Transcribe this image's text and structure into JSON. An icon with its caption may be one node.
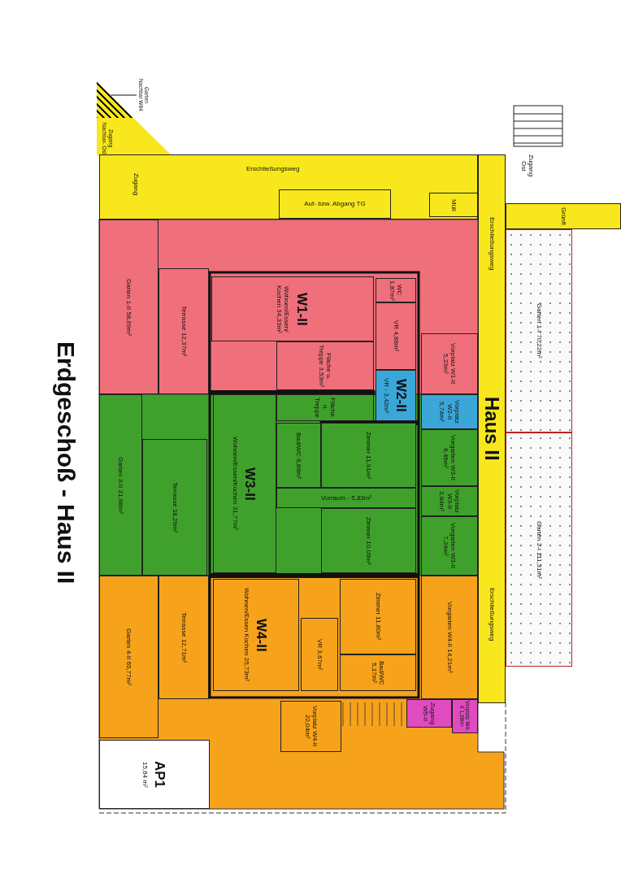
{
  "diagram": {
    "title": "Erdgeschoß - Haus II",
    "nodes": [
      {
        "text": [
          "Garten Nachbar W84"
        ]
      },
      {
        "text": [],
        "shape": "box"
      },
      {
        "text": [
          "Zugang Nachbar- Ost"
        ]
      },
      {
        "text": [
          "Zugang",
          "Erschließungsweg"
        ]
      },
      {
        "text": [
          "Auf- bzw. Abgang TG"
        ],
        "in": 3
      },
      {
        "text": [
          "Müll"
        ],
        "in": 3
      },
      {
        "text": [
          "Erschließungsweg",
          "Haus II",
          "Erschließungsweg"
        ]
      },
      {
        "text": [
          "Grünfl"
        ]
      },
      {
        "text": [
          "Garten 1-II 58,69m²"
        ]
      },
      {
        "text": [
          "Terrasse 12,37m²"
        ]
      },
      {
        "text": [
          "W1-II",
          "Wohnen/Essen/ Kochen 34,33m²"
        ]
      },
      {
        "text": [
          "WC 1,87m²"
        ]
      },
      {
        "text": [
          "VR 4,88m²"
        ]
      },
      {
        "text": [
          "Fläche u. Treppe 3,53m²"
        ]
      },
      {
        "text": [
          "Vorplatz W1-II 5,23m²"
        ]
      },
      {
        "text": [
          "Garten 1-I 70,22m²"
        ]
      },
      {
        "text": [
          "W2-II",
          "VR - 3,42m²"
        ]
      },
      {
        "text": [
          "Vorplatz W2-II 5,74m²"
        ]
      },
      {
        "text": [
          "Garten 3-II 21,68m²"
        ]
      },
      {
        "text": [
          "Terrasse 18,29m²"
        ]
      },
      {
        "text": [
          "W3-II",
          "Wohnen/Essen/Kochen 31,77m²"
        ]
      },
      {
        "text": [
          "Fläche u. Treppe"
        ]
      },
      {
        "text": [
          "Bad/WC 6,86m²"
        ]
      },
      {
        "text": [
          "Zimmer 11,91m²"
        ]
      },
      {
        "text": [
          "Vorgarten W3-II 6,46m²"
        ]
      },
      {
        "text": [
          "Vorraum - 5,83m²"
        ]
      },
      {
        "text": [
          "Vorplatz W3-II 3,84m²"
        ]
      },
      {
        "text": [
          "Zimmer 10,05m²"
        ]
      },
      {
        "text": [
          "Vorgarten W3-II 7,24m²"
        ]
      },
      {
        "text": [
          "Garten 2-I 111,31m²"
        ]
      },
      {
        "text": [
          "Garten 4-II 65,77m²"
        ]
      },
      {
        "text": [
          "Terrasse 12,71m²"
        ]
      },
      {
        "text": [
          "W4-II",
          "Wohnen/Essen Kochen 25,73m²"
        ]
      },
      {
        "text": [
          "Zimmer 11,80m²"
        ]
      },
      {
        "text": [
          "VR 3,67m²"
        ]
      },
      {
        "text": [
          "Bad/WC 5,17m²"
        ]
      },
      {
        "text": [
          "Vorgarten W4-II 14,21m²"
        ]
      },
      {
        "text": [
          "Vorplatz W4-II 22,04m²"
        ]
      },
      {
        "text": [
          "Zugang W5-II"
        ]
      },
      {
        "text": [
          "Vorplatz W4-II 1,38m²"
        ]
      },
      {
        "text": [
          "AP1",
          "15,64 m²"
        ]
      }
    ],
    "edges": [
      {
        "from": 0,
        "to": 1,
        "arrow": "none"
      }
    ],
    "labels": [
      "Zugang Ost"
    ]
  }
}
